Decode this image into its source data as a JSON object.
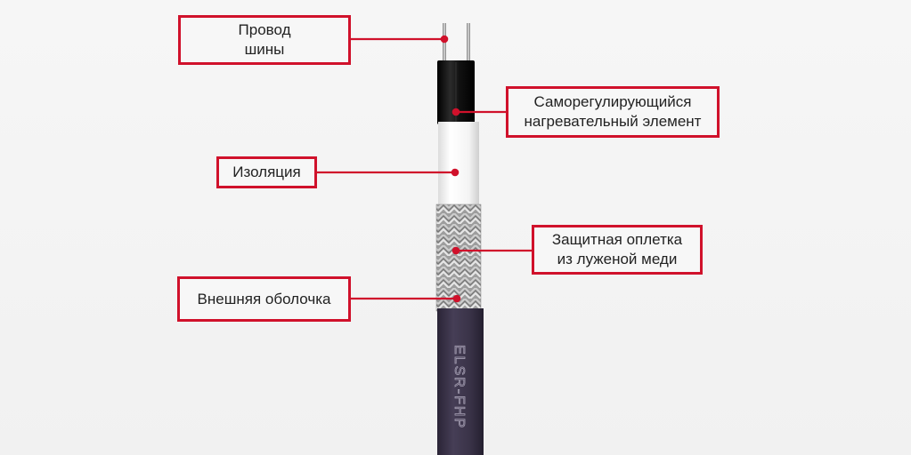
{
  "labels": {
    "busbar_wire": {
      "line1": "Провод",
      "line2": "шины"
    },
    "heating_element": {
      "line1": "Саморегулирующийся",
      "line2": "нагревательный элемент"
    },
    "insulation": {
      "line1": "Изоляция"
    },
    "braid": {
      "line1": "Защитная оплетка",
      "line2": "из луженой меди"
    },
    "outer_jacket": {
      "line1": "Внешняя оболочка"
    }
  },
  "cable_marking": "ELSR-FHP",
  "colors": {
    "accent": "#d0112b",
    "heating_core": "#1a1a1a",
    "insulation": "#f8f8f8",
    "braid": "#a9a9a9",
    "jacket": "#3a3348"
  }
}
